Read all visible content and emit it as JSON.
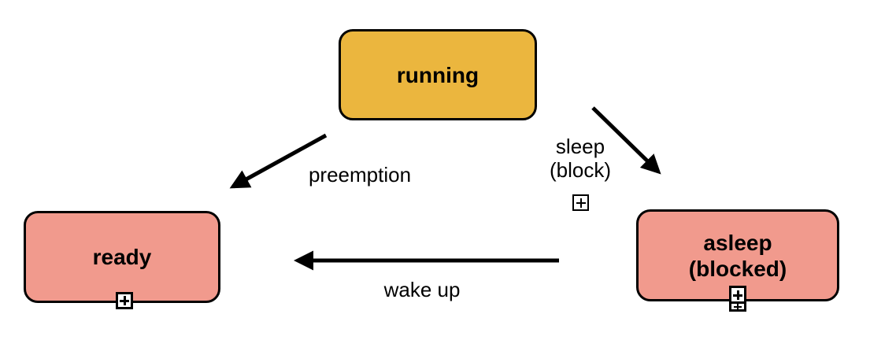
{
  "canvas": {
    "background": "#FFFFFF"
  },
  "colors": {
    "running_fill": "#EBB63E",
    "waiting_fill": "#F19A8D",
    "stroke": "#000000"
  },
  "states": {
    "running": {
      "label": "running"
    },
    "ready": {
      "label": "ready"
    },
    "asleep": {
      "label_line1": "asleep",
      "label_line2": "(blocked)"
    }
  },
  "edges": {
    "preemption": {
      "label": "preemption",
      "from": "running",
      "to": "ready"
    },
    "sleep": {
      "label_line1": "sleep",
      "label_line2": "(block)",
      "from": "running",
      "to": "asleep"
    },
    "wake_up": {
      "label": "wake up",
      "from": "asleep",
      "to": "ready"
    }
  },
  "icons": {
    "ready_expand_icon": "plus-square",
    "asleep_expand_icon": "double-plus-square",
    "sleep_edge_expand_icon": "plus-square"
  }
}
